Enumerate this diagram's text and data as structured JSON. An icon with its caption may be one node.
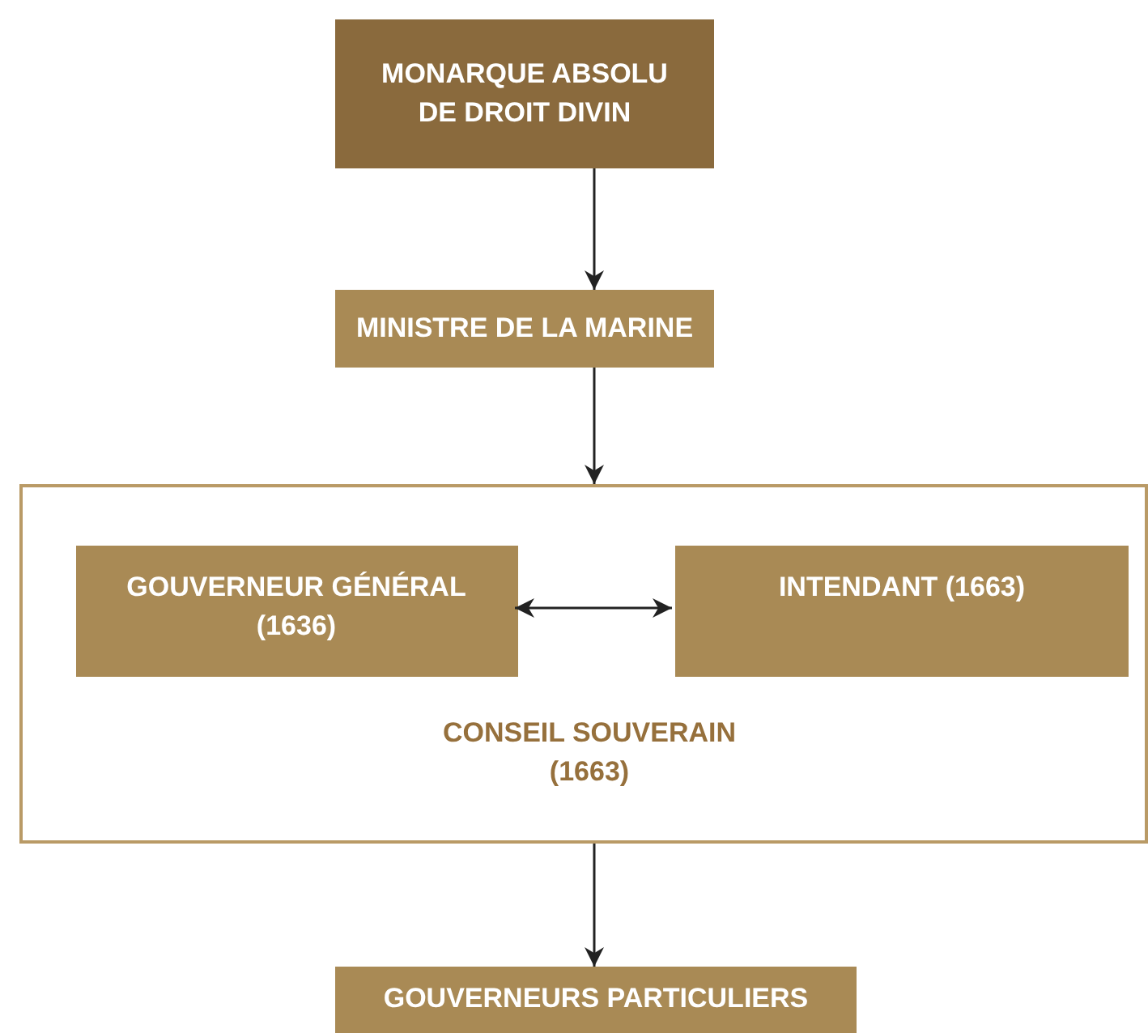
{
  "diagram": {
    "nodes": [
      {
        "text": [
          "MONARQUE ABSOLU DE DROIT DIVIN"
        ]
      },
      {
        "text": [
          "MINISTRE DE LA MARINE"
        ]
      },
      {
        "text": [
          "CONSEIL SOUVERAIN (1663)"
        ]
      },
      {
        "text": [
          "GOUVERNEUR GÉNÉRAL (1636)"
        ],
        "in": 2
      },
      {
        "text": [
          "INTENDANT (1663)"
        ],
        "in": 2
      },
      {
        "text": [
          "GOUVERNEURS PARTICULIERS"
        ]
      }
    ],
    "edges": [
      {
        "from": 0,
        "to": 1,
        "arrow": "to"
      },
      {
        "from": 1,
        "to": 2,
        "arrow": "to"
      },
      {
        "from": 3,
        "to": 4,
        "arrow": "both"
      },
      {
        "from": 2,
        "to": 5,
        "arrow": "to"
      }
    ]
  }
}
